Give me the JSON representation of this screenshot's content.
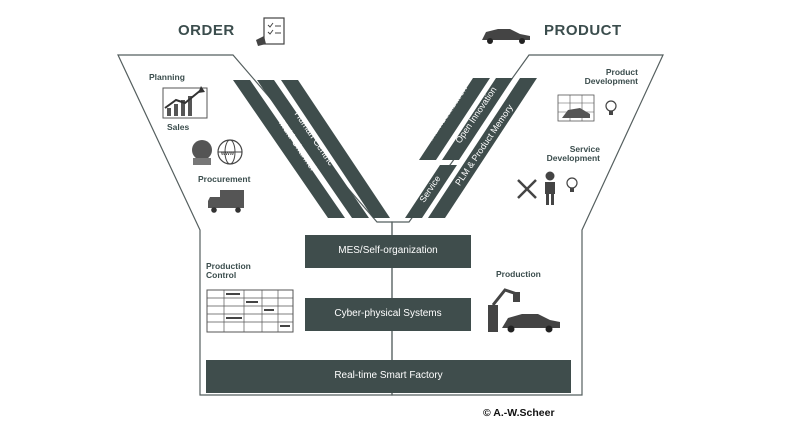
{
  "headers": {
    "order": "ORDER",
    "product": "PRODUCT"
  },
  "left_labels": {
    "planning": "Planning",
    "sales": "Sales",
    "procurement": "Procurement",
    "production_control": "Production Control"
  },
  "right_labels": {
    "product_development": "Product Development",
    "service_development": "Service Development",
    "production": "Production"
  },
  "left_stripes": [
    "Multi-Channel",
    "Human Centric",
    "Individualization"
  ],
  "right_stripes": [
    "Individualization",
    "Open Innovation",
    "Service",
    "PLM & Product Memory"
  ],
  "center_bars": {
    "mes": "MES/Self-organization",
    "cps": "Cyber-physical Systems",
    "smart_factory": "Real-time Smart Factory"
  },
  "credit": "© A.-W.Scheer",
  "colors": {
    "bar": "#3f4d4c",
    "stripe": "#3f4d4c",
    "outline": "#555f5f"
  }
}
